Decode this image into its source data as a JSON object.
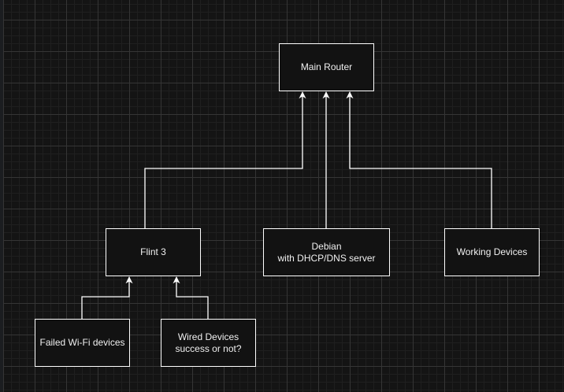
{
  "diagram": {
    "nodes": [
      {
        "id": "main-router",
        "label": "Main Router"
      },
      {
        "id": "flint3",
        "label": "Flint 3"
      },
      {
        "id": "debian",
        "label": "Debian\nwith DHCP/DNS server"
      },
      {
        "id": "working-devices",
        "label": "Working Devices"
      },
      {
        "id": "failed-wifi",
        "label": "Failed Wi-Fi devices"
      },
      {
        "id": "wired-devices",
        "label": "Wired Devices\nsuccess or not?"
      }
    ],
    "edges": [
      {
        "from": "flint3",
        "to": "main-router"
      },
      {
        "from": "debian",
        "to": "main-router"
      },
      {
        "from": "working-devices",
        "to": "main-router"
      },
      {
        "from": "failed-wifi",
        "to": "flint3"
      },
      {
        "from": "wired-devices",
        "to": "flint3"
      }
    ],
    "colors": {
      "background": "#141414",
      "stroke": "#ffffff",
      "node_fill": "#121212",
      "text": "#f0f0f0"
    }
  }
}
